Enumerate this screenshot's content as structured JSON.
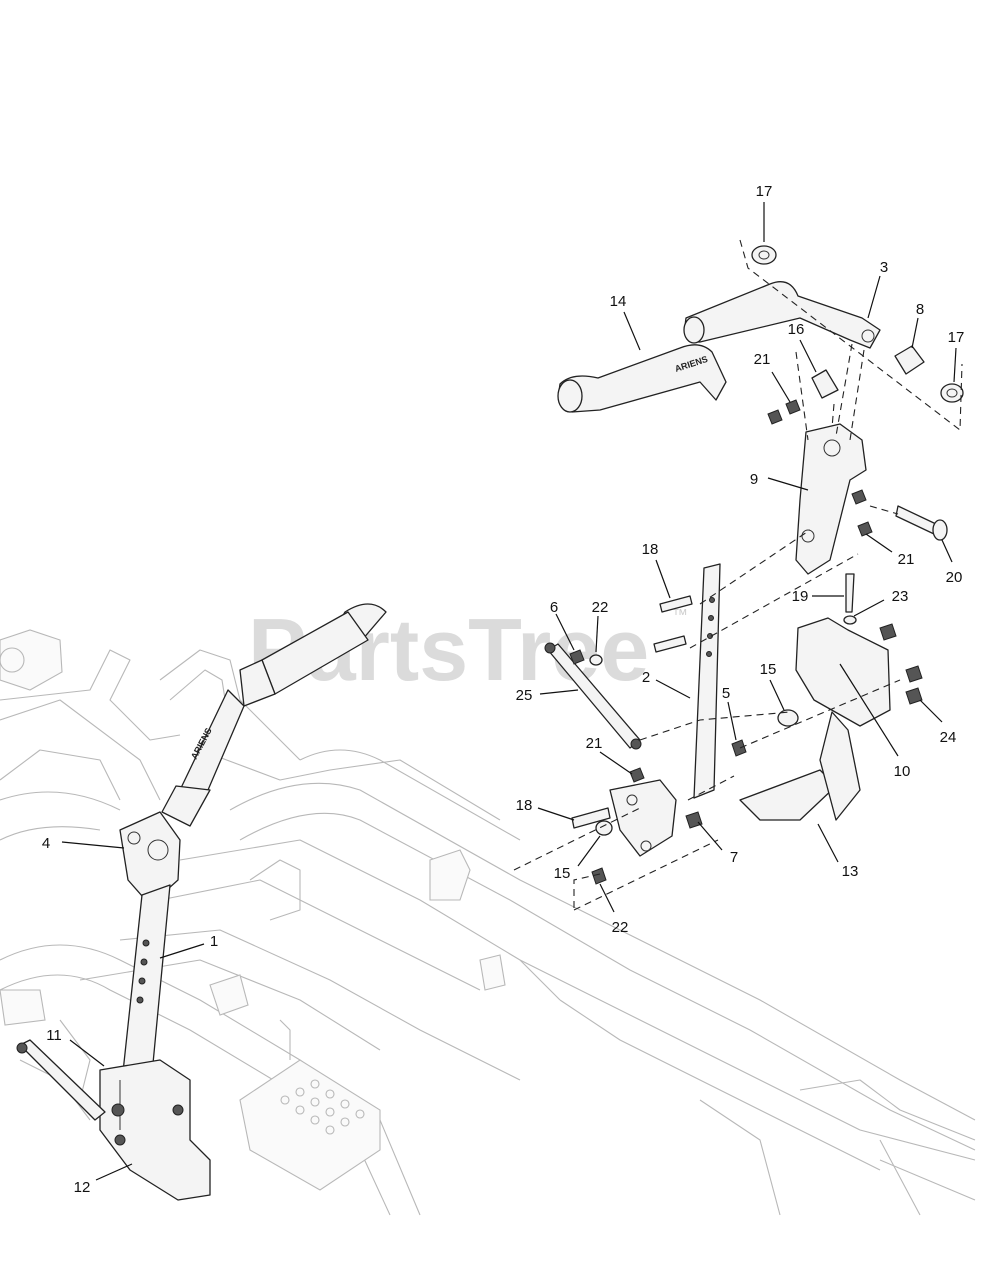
{
  "watermark": {
    "text": "PartsTree",
    "trademark": "™"
  },
  "brand_marks": {
    "handle_top": "ARIENS",
    "handle_bottom": "ARIENS"
  },
  "callouts": [
    {
      "id": "c17a",
      "label": "17"
    },
    {
      "id": "c3",
      "label": "3"
    },
    {
      "id": "c14",
      "label": "14"
    },
    {
      "id": "c8",
      "label": "8"
    },
    {
      "id": "c16",
      "label": "16"
    },
    {
      "id": "c17b",
      "label": "17"
    },
    {
      "id": "c21a",
      "label": "21"
    },
    {
      "id": "c9",
      "label": "9"
    },
    {
      "id": "c18a",
      "label": "18"
    },
    {
      "id": "c21b",
      "label": "21"
    },
    {
      "id": "c20",
      "label": "20"
    },
    {
      "id": "c6",
      "label": "6"
    },
    {
      "id": "c22a",
      "label": "22"
    },
    {
      "id": "c19",
      "label": "19"
    },
    {
      "id": "c23",
      "label": "23"
    },
    {
      "id": "c2",
      "label": "2"
    },
    {
      "id": "c25",
      "label": "25"
    },
    {
      "id": "c15a",
      "label": "15"
    },
    {
      "id": "c5",
      "label": "5"
    },
    {
      "id": "c24",
      "label": "24"
    },
    {
      "id": "c21c",
      "label": "21"
    },
    {
      "id": "c10",
      "label": "10"
    },
    {
      "id": "c18b",
      "label": "18"
    },
    {
      "id": "c4",
      "label": "4"
    },
    {
      "id": "c7",
      "label": "7"
    },
    {
      "id": "c15b",
      "label": "15"
    },
    {
      "id": "c13",
      "label": "13"
    },
    {
      "id": "c22b",
      "label": "22"
    },
    {
      "id": "c1",
      "label": "1"
    },
    {
      "id": "c11",
      "label": "11"
    },
    {
      "id": "c12",
      "label": "12"
    }
  ]
}
